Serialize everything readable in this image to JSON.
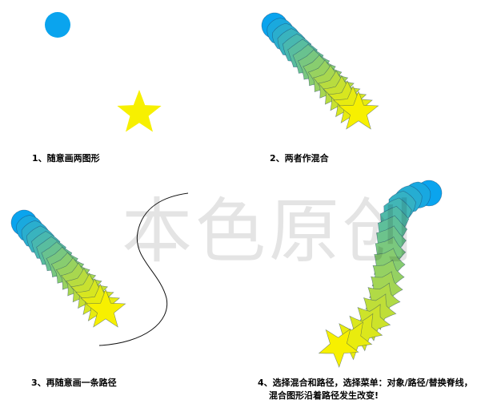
{
  "captions": {
    "step1": "1、随意画两图形",
    "step2": "2、两者作混合",
    "step3": "3、再随意画一条路径",
    "step4_line1": "4、选择混合和路径，选择菜单：对象/路径/替换脊线，",
    "step4_line2": "混合图形沿着路径发生改变!"
  },
  "watermark": "本色原创",
  "colors": {
    "circle": "#0aa4ee",
    "star": "#f7f000",
    "path": "#111111",
    "outline": "#1a3b66"
  }
}
